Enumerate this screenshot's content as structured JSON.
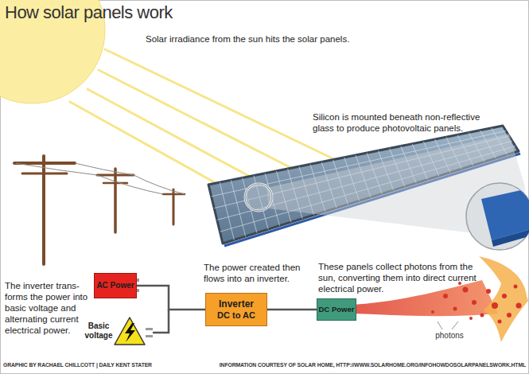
{
  "diagram": {
    "title": "How solar panels work",
    "nodes": [
      {
        "text": [
          "AC Power"
        ]
      },
      {
        "text": [
          "Inverter",
          "DC to AC"
        ]
      },
      {
        "text": [
          "DC Power"
        ]
      }
    ],
    "edges": [
      {
        "from": 0,
        "to": 1,
        "arrow": "none"
      },
      {
        "from": 1,
        "to": 2,
        "arrow": "none"
      }
    ],
    "labels": [
      "Solar irradiance from the sun hits the solar panels.",
      "Silicon is mounted beneath non-reflective glass to produce photovoltaic panels.",
      "These panels collect photons from the sun, converting them into direct current electrical power.",
      "The power created then flows into an inverter.",
      "The inverter trans-forms the power into basic voltage and alternating current electrical power.",
      "Basic voltage",
      "photons",
      "GRAPHIC BY RACHAEL CHILLCOTT | DAILY KENT STATER",
      "INFORMATION COURTESY OF SOLAR HOME, HTTP://WWW.SOLARHOME.ORG/INFOHOWDOSOLARPANELSWORK.HTML"
    ]
  }
}
